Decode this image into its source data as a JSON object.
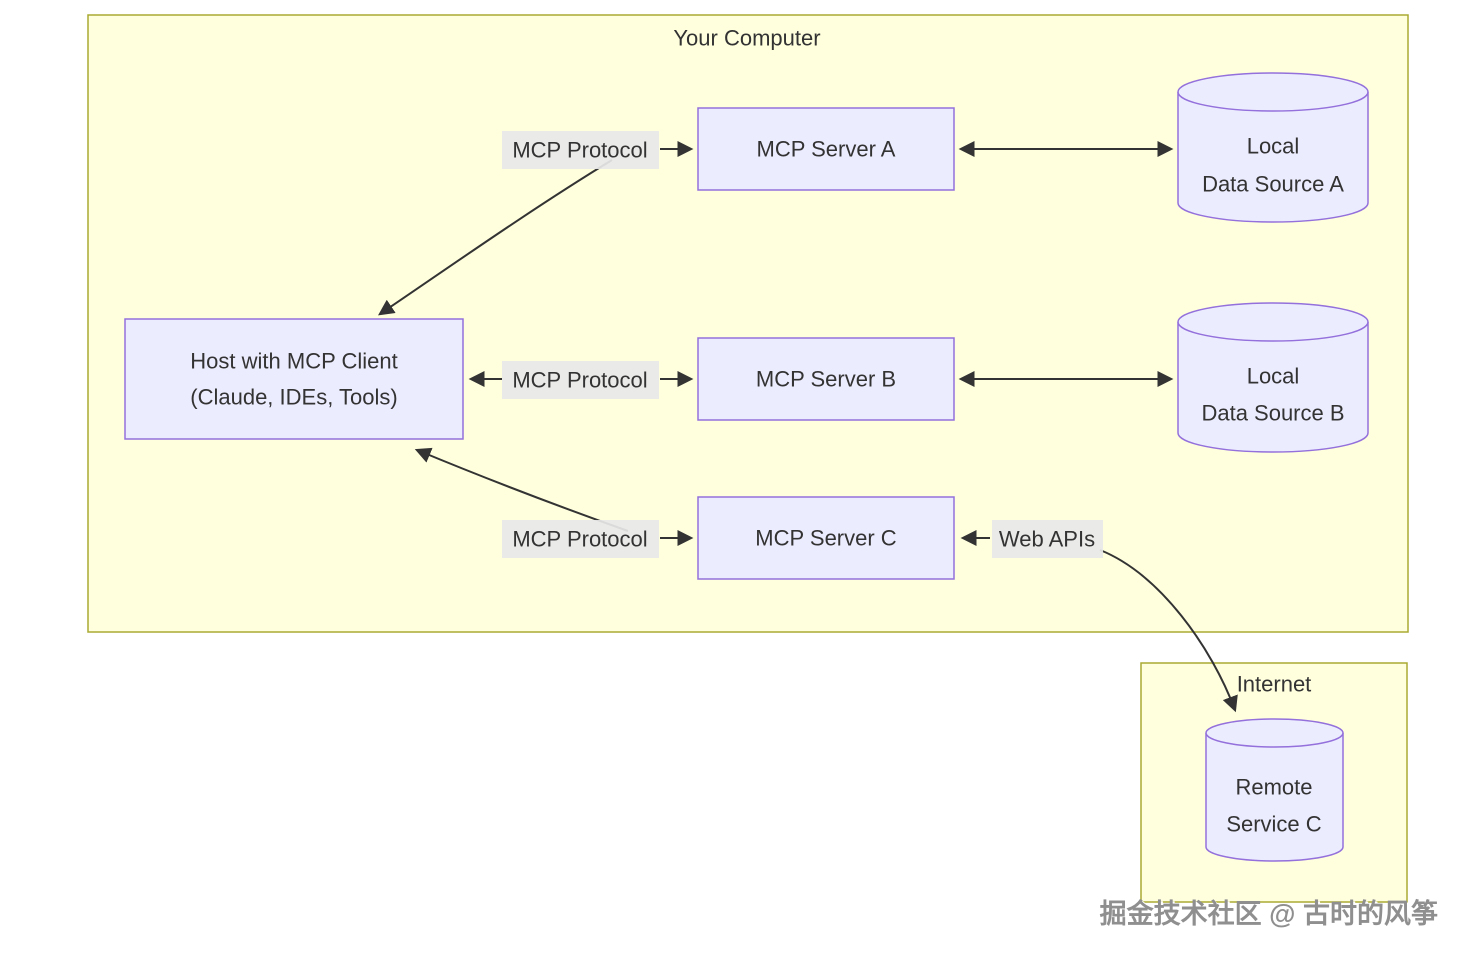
{
  "diagram": {
    "containers": {
      "your_computer": {
        "title": "Your Computer"
      },
      "internet": {
        "title": "Internet"
      }
    },
    "nodes": {
      "host": {
        "line1": "Host with MCP Client",
        "line2": "(Claude, IDEs, Tools)"
      },
      "server_a": {
        "label": "MCP Server A"
      },
      "server_b": {
        "label": "MCP Server B"
      },
      "server_c": {
        "label": "MCP Server C"
      },
      "data_source_a": {
        "line1": "Local",
        "line2": "Data Source A"
      },
      "data_source_b": {
        "line1": "Local",
        "line2": "Data Source B"
      },
      "remote_service_c": {
        "line1": "Remote",
        "line2": "Service C"
      }
    },
    "edge_labels": {
      "protocol_a": "MCP Protocol",
      "protocol_b": "MCP Protocol",
      "protocol_c": "MCP Protocol",
      "web_apis": "Web APIs"
    },
    "colors": {
      "node_fill": "#ECECFF",
      "node_border": "#9370DB",
      "container_fill": "#FFFFDE",
      "container_border": "#AAAA33",
      "edge": "#333333",
      "edge_label_bg": "#E8E8E8",
      "text": "#333333"
    }
  },
  "watermark": {
    "text": "掘金技术社区 @ 古时的风筝"
  }
}
